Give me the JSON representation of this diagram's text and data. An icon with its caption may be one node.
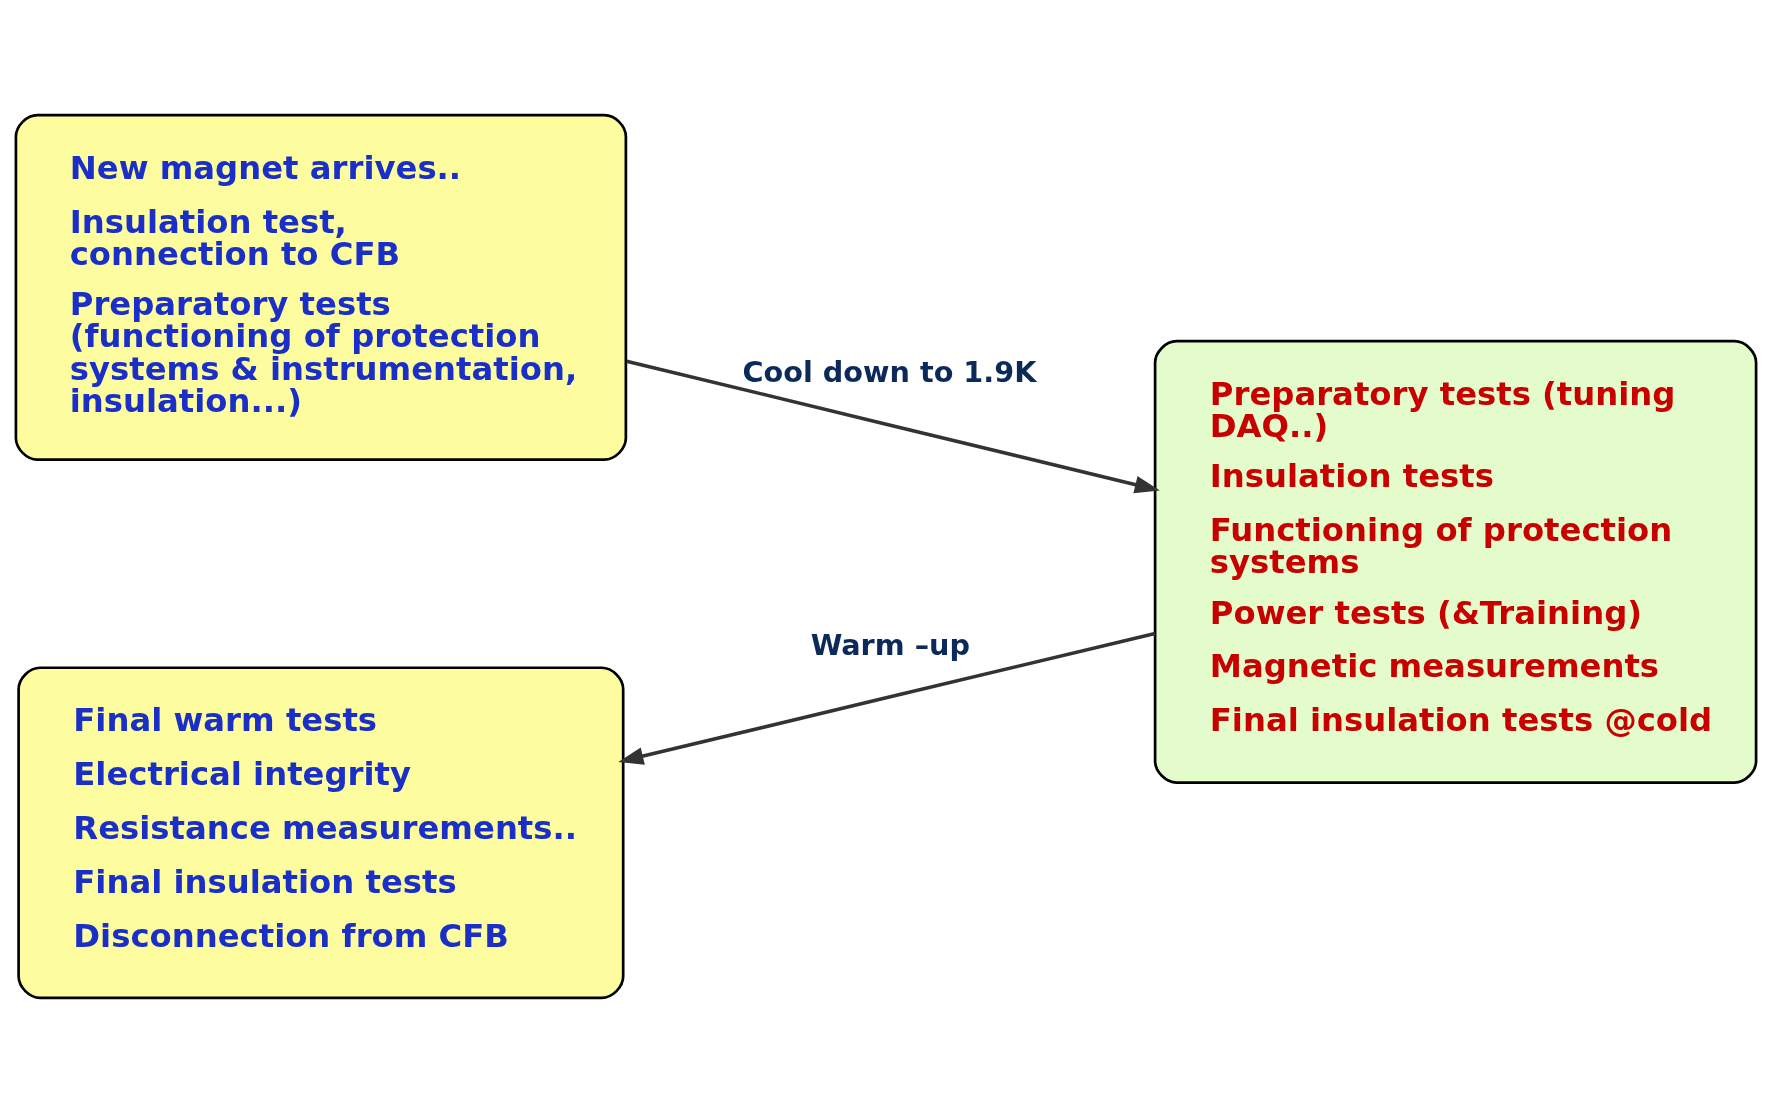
{
  "diagram": {
    "nodes": [
      {
        "text": [
          "New magnet arrives..",
          "Insulation test, connection to CFB",
          "Preparatory tests (functioning of protection systems & instrumentation, insulation...)"
        ]
      },
      {
        "text": [
          "Preparatory tests (tuning DAQ..)",
          "Insulation tests",
          "Functioning of protection systems",
          "Power tests (&Training)",
          "Magnetic measurements",
          "Final insulation tests @cold"
        ]
      },
      {
        "text": [
          "Final warm tests",
          "Electrical integrity",
          "Resistance measurements..",
          "Final insulation tests",
          "Disconnection from CFB"
        ]
      }
    ],
    "edges": [
      {
        "from": 0,
        "to": 1,
        "arrow": "to",
        "label": "Cool down to 1.9K"
      },
      {
        "from": 1,
        "to": 2,
        "arrow": "to",
        "label": "Warm –up"
      }
    ]
  }
}
